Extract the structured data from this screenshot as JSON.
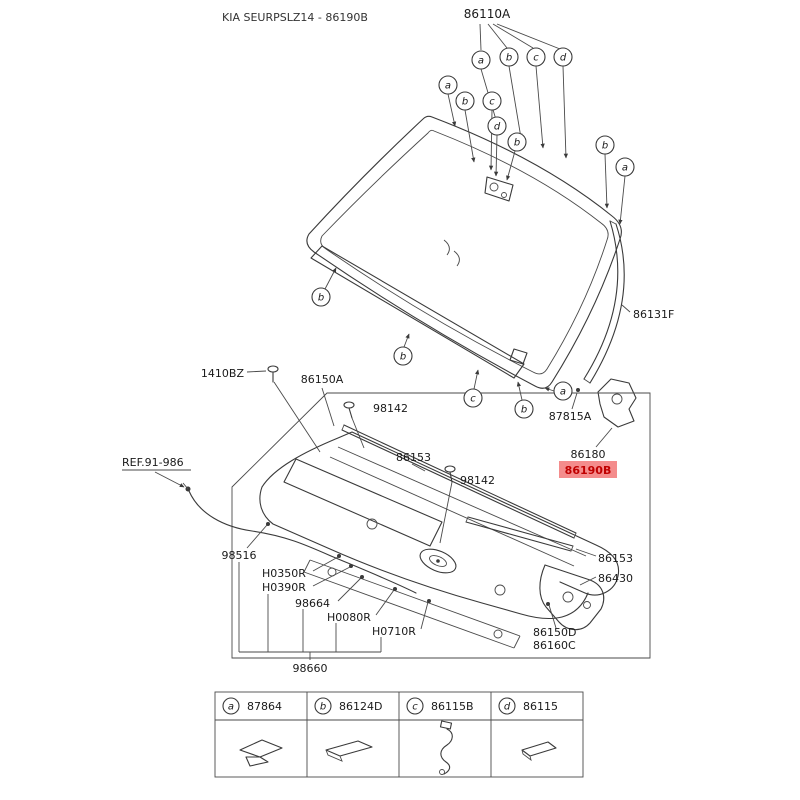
{
  "title": "KIA SEURPSLZ14 - 86190B",
  "colors": {
    "line": "#3a3a3a",
    "highlight_bg": "#f48c8c",
    "highlight_text": "#c00000"
  },
  "parts": {
    "windshield": "86110A",
    "molding": "86131F",
    "side_bracket": "87815A",
    "bracket": "86180",
    "bracket_pad": "86190B",
    "bolt": "1410BZ",
    "cowl_grille": "86150A",
    "screw_a": "98142",
    "screw_b": "98142",
    "ref_note": "REF.91-986",
    "seal_upper": "86153",
    "seal_lower": "86153",
    "hose_clip": "98516",
    "hose_a": "H0350R",
    "hose_b": "H0390R",
    "connector": "98664",
    "hose_c": "H0080R",
    "hose_d": "H0710R",
    "hose_assy": "98660",
    "cowl_side_cover": "86430",
    "clip_d": "86150D",
    "clip_e": "86160C"
  },
  "callouts": [
    {
      "letter": "a"
    },
    {
      "letter": "b"
    },
    {
      "letter": "c"
    },
    {
      "letter": "d"
    },
    {
      "letter": "a"
    },
    {
      "letter": "b"
    },
    {
      "letter": "c"
    },
    {
      "letter": "d"
    },
    {
      "letter": "b"
    },
    {
      "letter": "b"
    },
    {
      "letter": "a"
    },
    {
      "letter": "b"
    },
    {
      "letter": "b"
    },
    {
      "letter": "c"
    },
    {
      "letter": "b"
    },
    {
      "letter": "a"
    }
  ],
  "legend": {
    "items": [
      {
        "key": "a",
        "part": "87864"
      },
      {
        "key": "b",
        "part": "86124D"
      },
      {
        "key": "c",
        "part": "86115B"
      },
      {
        "key": "d",
        "part": "86115"
      }
    ]
  }
}
